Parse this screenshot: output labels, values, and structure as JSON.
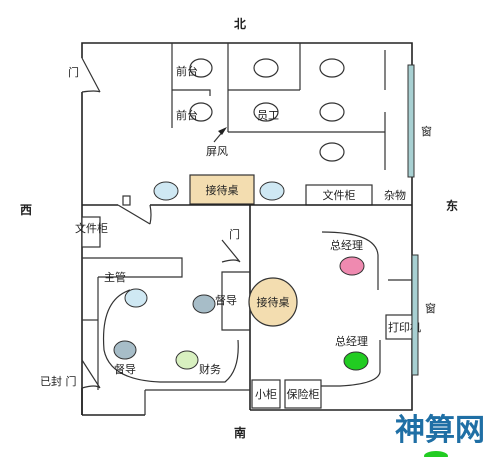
{
  "directions": {
    "north": "北",
    "south": "南",
    "east": "东",
    "west": "西"
  },
  "labels": {
    "front_desk_1": "前台",
    "front_desk_2": "前台",
    "staff": "员工",
    "screen": "屏风",
    "reception_desk_top": "接待桌",
    "file_cabinet_top": "文件柜",
    "storage": "杂物",
    "window_top": "窗",
    "window_right": "窗",
    "file_cabinet_left": "文件柜",
    "door_top_left": "门",
    "door_mid": "门",
    "supervisor": "主管",
    "supervisor_office": "督导",
    "supervisor_bottom": "督导",
    "finance": "财务",
    "sealed_door": "已封 门",
    "general_manager_top": "总经理",
    "general_manager_bottom": "总经理",
    "reception_desk_round": "接待桌",
    "printer": "打印机",
    "small_cabinet": "小柜",
    "safe": "保险柜"
  },
  "watermark": "神算网",
  "colors": {
    "seat_blue": "#cfe8f3",
    "seat_gray_blue": "#a7bdc8",
    "seat_green_light": "#d8f0c0",
    "seat_pink": "#ef8ab0",
    "seat_green": "#22cc22",
    "reception_fill": "#f3ddb0",
    "window_fill": "#a8d0d2"
  }
}
